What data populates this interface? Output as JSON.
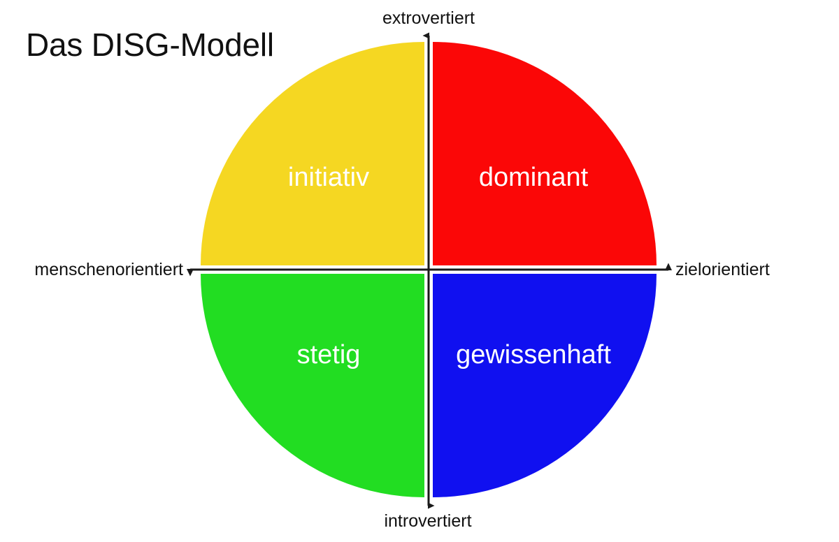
{
  "title": "Das DISG-Modell",
  "axes": {
    "top_label": "extrovertiert",
    "bottom_label": "introvertiert",
    "left_label": "menschenorientiert",
    "right_label": "zielorientiert",
    "line_color": "#1a1a1a"
  },
  "quadrants": [
    {
      "id": "initiativ",
      "label": "initiativ",
      "color": "#f5d722",
      "text_color": "#ffffff",
      "position": "top-left"
    },
    {
      "id": "dominant",
      "label": "dominant",
      "color": "#fb0707",
      "text_color": "#ffffff",
      "position": "top-right"
    },
    {
      "id": "stetig",
      "label": "stetig",
      "color": "#22dd22",
      "text_color": "#ffffff",
      "position": "bottom-left"
    },
    {
      "id": "gewissenhaft",
      "label": "gewissenhaft",
      "color": "#1010f0",
      "text_color": "#ffffff",
      "position": "bottom-right"
    }
  ],
  "chart_data": {
    "type": "pie",
    "title": "Das DISG-Modell",
    "categories": [
      "initiativ",
      "dominant",
      "stetig",
      "gewissenhaft"
    ],
    "values": [
      25,
      25,
      25,
      25
    ],
    "colors": [
      "#f5d722",
      "#fb0707",
      "#22dd22",
      "#1010f0"
    ],
    "xlabel": "menschenorientiert ↔ zielorientiert",
    "ylabel": "introvertiert ↔ extrovertiert",
    "annotations": {
      "axis_up": "extrovertiert",
      "axis_down": "introvertiert",
      "axis_left": "menschenorientiert",
      "axis_right": "zielorientiert"
    },
    "legend": "none",
    "grid": false
  }
}
